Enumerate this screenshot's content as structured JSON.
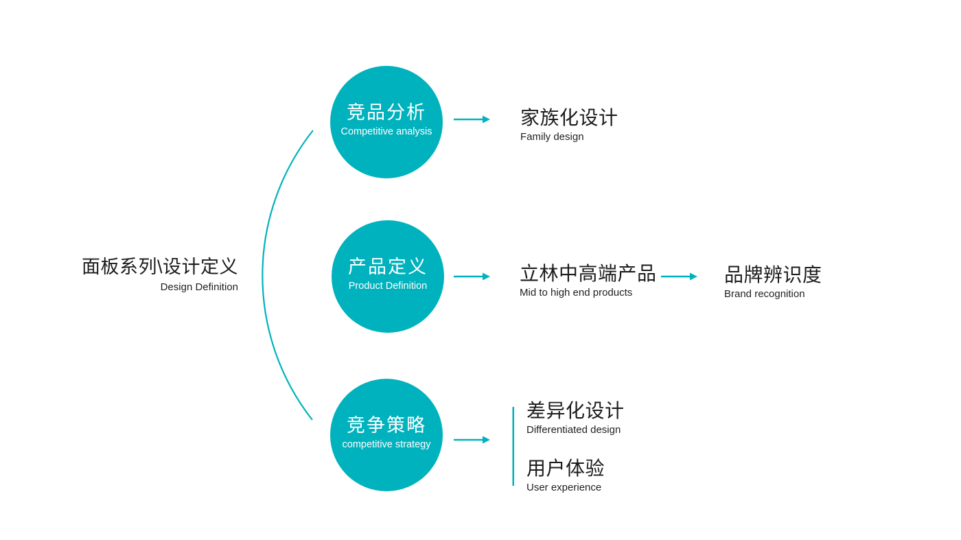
{
  "colors": {
    "teal": "#00b2bd",
    "ink": "#1c1c1c",
    "white": "#ffffff"
  },
  "title": {
    "zh": "面板系列\\设计定义",
    "en": "Design Definition"
  },
  "circles": [
    {
      "zh": "竞品分析",
      "en": "Competitive analysis"
    },
    {
      "zh": "产品定义",
      "en": "Product Definition"
    },
    {
      "zh": "竞争策略",
      "en": "competitive strategy"
    }
  ],
  "row1": {
    "result": {
      "zh": "家族化设计",
      "en": "Family design"
    }
  },
  "row2": {
    "mid": {
      "zh": "立林中高端产品",
      "en": "Mid to high end products"
    },
    "result": {
      "zh": "品牌辨识度",
      "en": "Brand recognition"
    }
  },
  "row3": {
    "items": [
      {
        "zh": "差异化设计",
        "en": "Differentiated design"
      },
      {
        "zh": "用户体验",
        "en": "User experience"
      }
    ]
  }
}
